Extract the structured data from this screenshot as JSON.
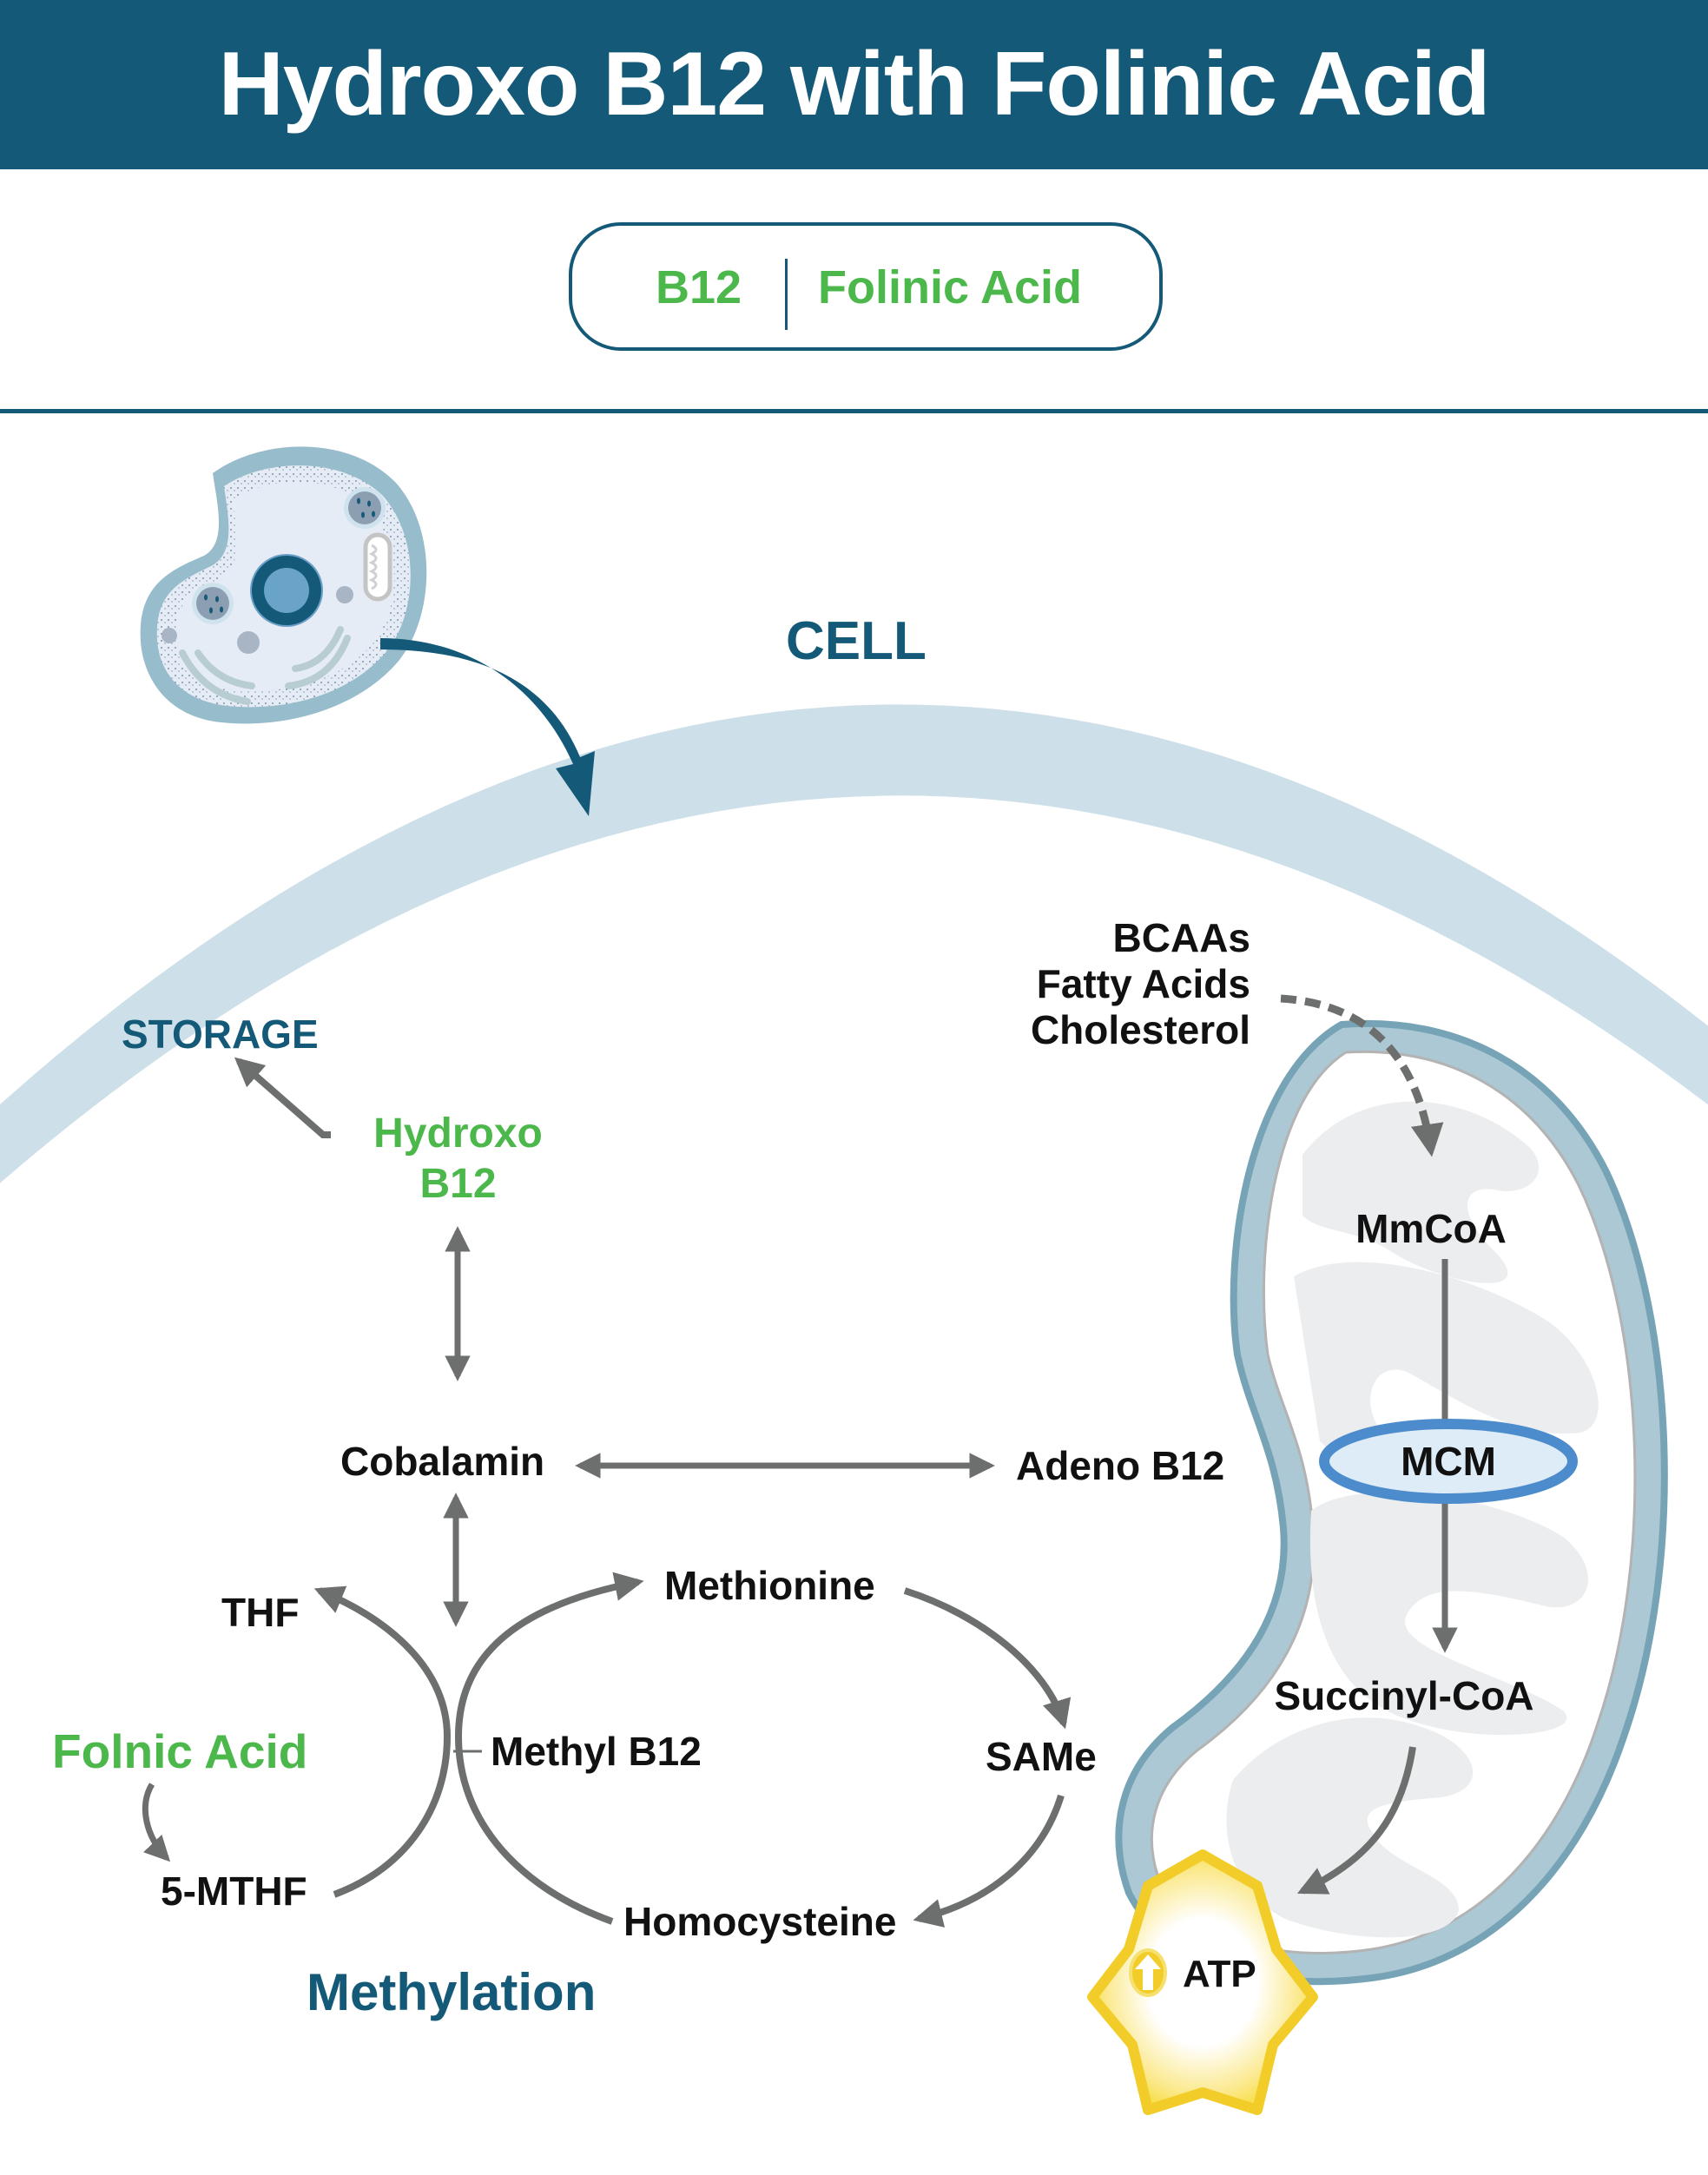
{
  "header": {
    "title": "Hydroxo B12 with Folinic Acid"
  },
  "legend_pill": {
    "items": [
      "B12",
      "Folinic Acid"
    ]
  },
  "colors": {
    "header_bg": "#145a78",
    "accent_green": "#4cb84b",
    "membrane": "#cddfe8",
    "arrow_gray": "#6d6f6f",
    "mcm_ring": "#4d8ccc",
    "atp_yellow": "#f2cd2a"
  },
  "labels": {
    "cell": "CELL",
    "storage": "STORAGE",
    "hydroxo_line1": "Hydroxo",
    "hydroxo_line2": "B12",
    "cobalamin": "Cobalamin",
    "adeno_b12": "Adeno B12",
    "methionine": "Methionine",
    "thf": "THF",
    "folinic_acid": "Folnic Acid",
    "methyl_b12": "Methyl B12",
    "same": "SAMe",
    "five_mthf": "5-MTHF",
    "homocysteine": "Homocysteine",
    "methylation": "Methylation",
    "inputs": [
      "BCAAs",
      "Fatty Acids",
      "Cholesterol"
    ],
    "mmcoa": "MmCoA",
    "mcm": "MCM",
    "succinyl_coa": "Succinyl-CoA",
    "atp": "ATP"
  },
  "icons": {
    "cell_illustration": "animal-cell-icon",
    "entry_arrow": "curved-arrow-icon",
    "atp_badge": "atp-star-icon",
    "atp_up": "up-arrow-icon"
  }
}
